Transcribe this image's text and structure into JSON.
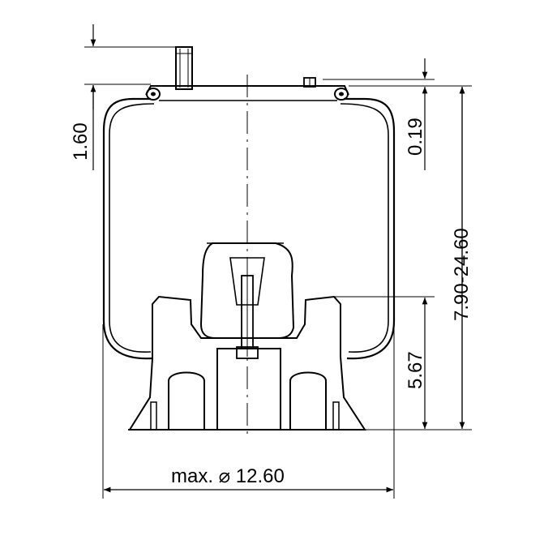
{
  "drawing": {
    "dimensions": {
      "top_offset": "1.60",
      "top_plate_offset": "0.19",
      "height_range": "7.90-24.60",
      "piston_height": "5.67",
      "diameter_label": "max. ⌀ 12.60"
    },
    "colors": {
      "ink": "#000000",
      "background": "#ffffff"
    }
  }
}
